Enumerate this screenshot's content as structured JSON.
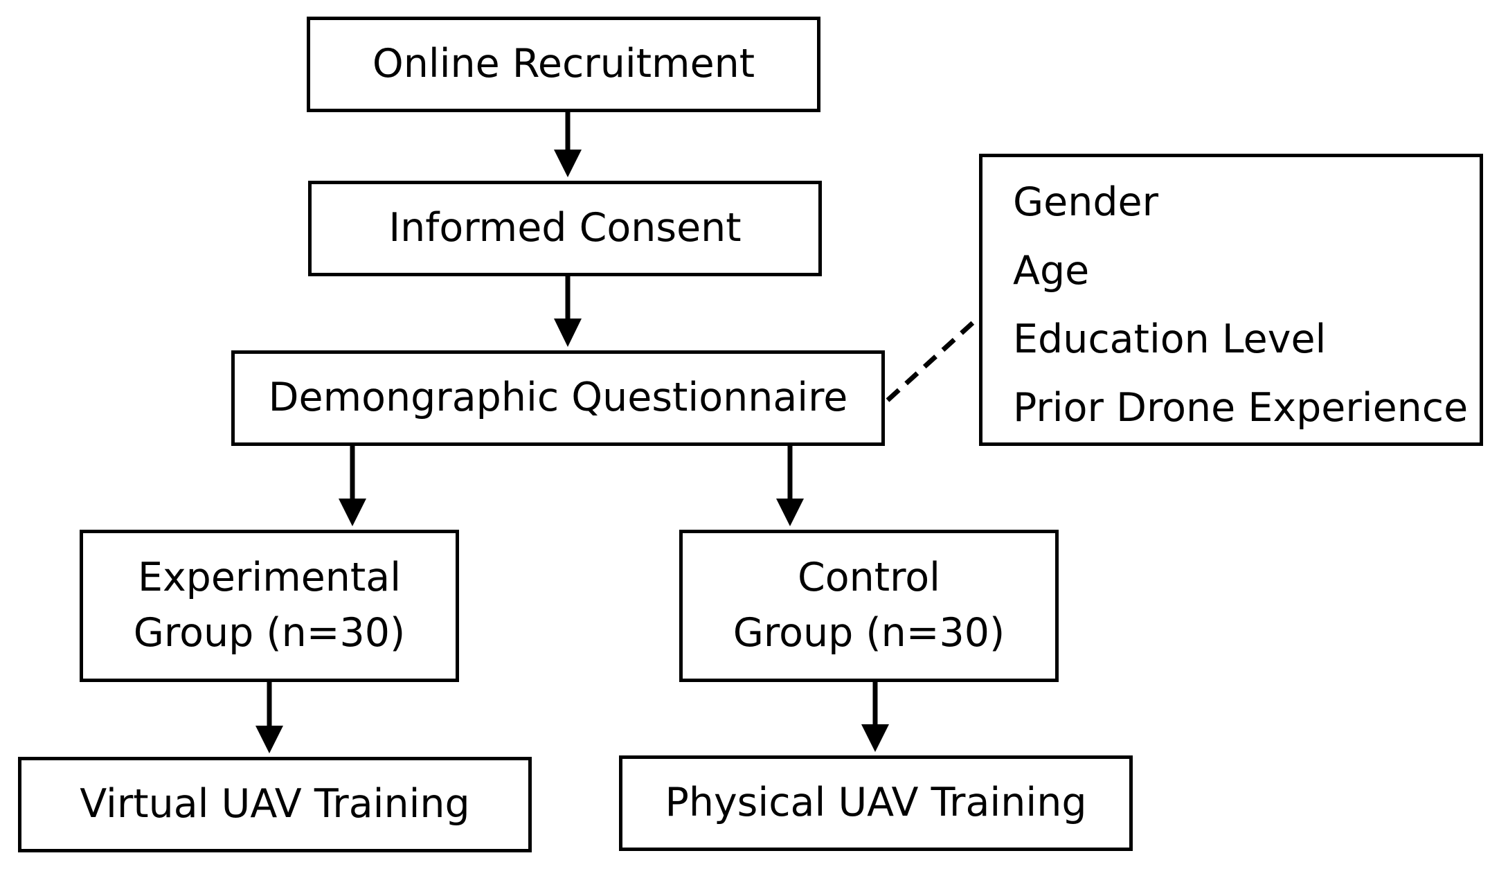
{
  "nodes": {
    "online_recruitment": "Online Recruitment",
    "informed_consent": "Informed Consent",
    "demographic_questionnaire": "Demongraphic Questionnaire",
    "experimental_group": {
      "line1": "Experimental",
      "line2": "Group (n=30)"
    },
    "control_group": {
      "line1": "Control",
      "line2": "Group (n=30)"
    },
    "virtual_training": "Virtual UAV Training",
    "physical_training": "Physical UAV Training"
  },
  "questionnaire_items": {
    "gender": "Gender",
    "age": "Age",
    "education": "Education Level",
    "prior_experience": "Prior Drone Experience"
  },
  "colors": {
    "stroke": "#000000",
    "background": "#ffffff"
  }
}
